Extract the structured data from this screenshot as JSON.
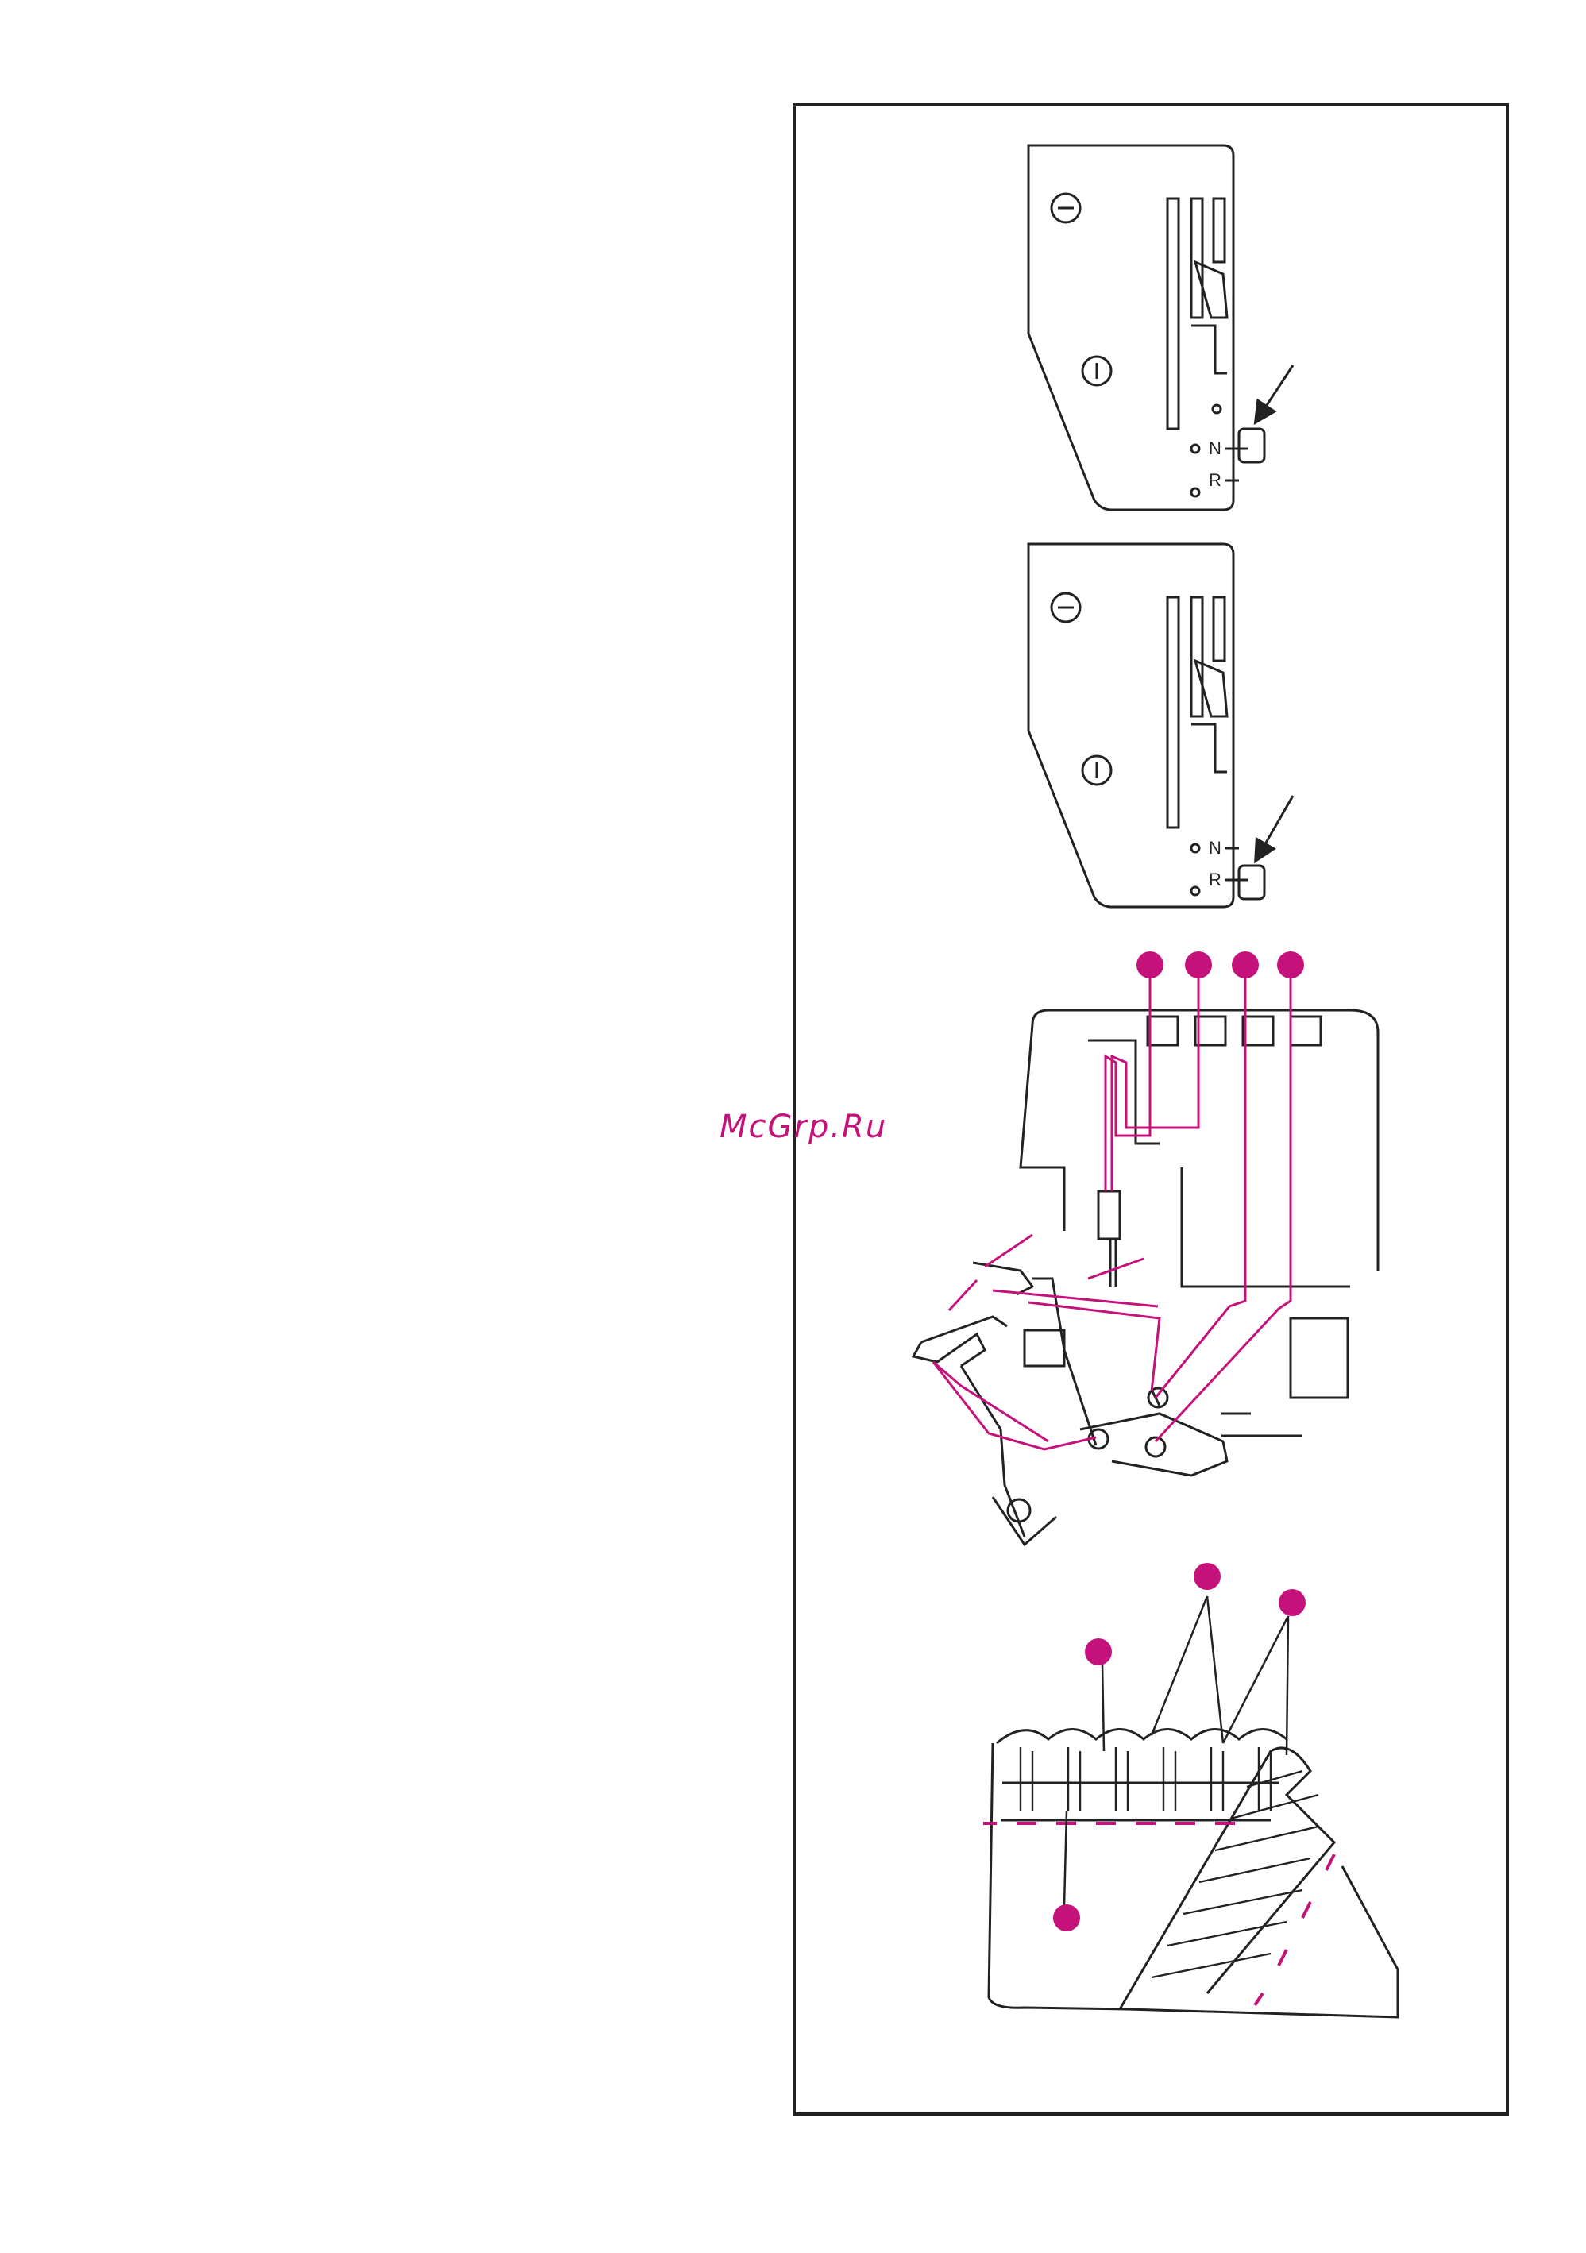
{
  "watermark": {
    "text": "McGrp.Ru",
    "color": "#c4127a"
  },
  "figure_plate_1": {
    "label_n": "N",
    "label_r": "R",
    "selected": "N"
  },
  "figure_plate_2": {
    "label_n": "N",
    "label_r": "R",
    "selected": "R"
  },
  "colors": {
    "line": "#222222",
    "accent": "#c4127a"
  }
}
